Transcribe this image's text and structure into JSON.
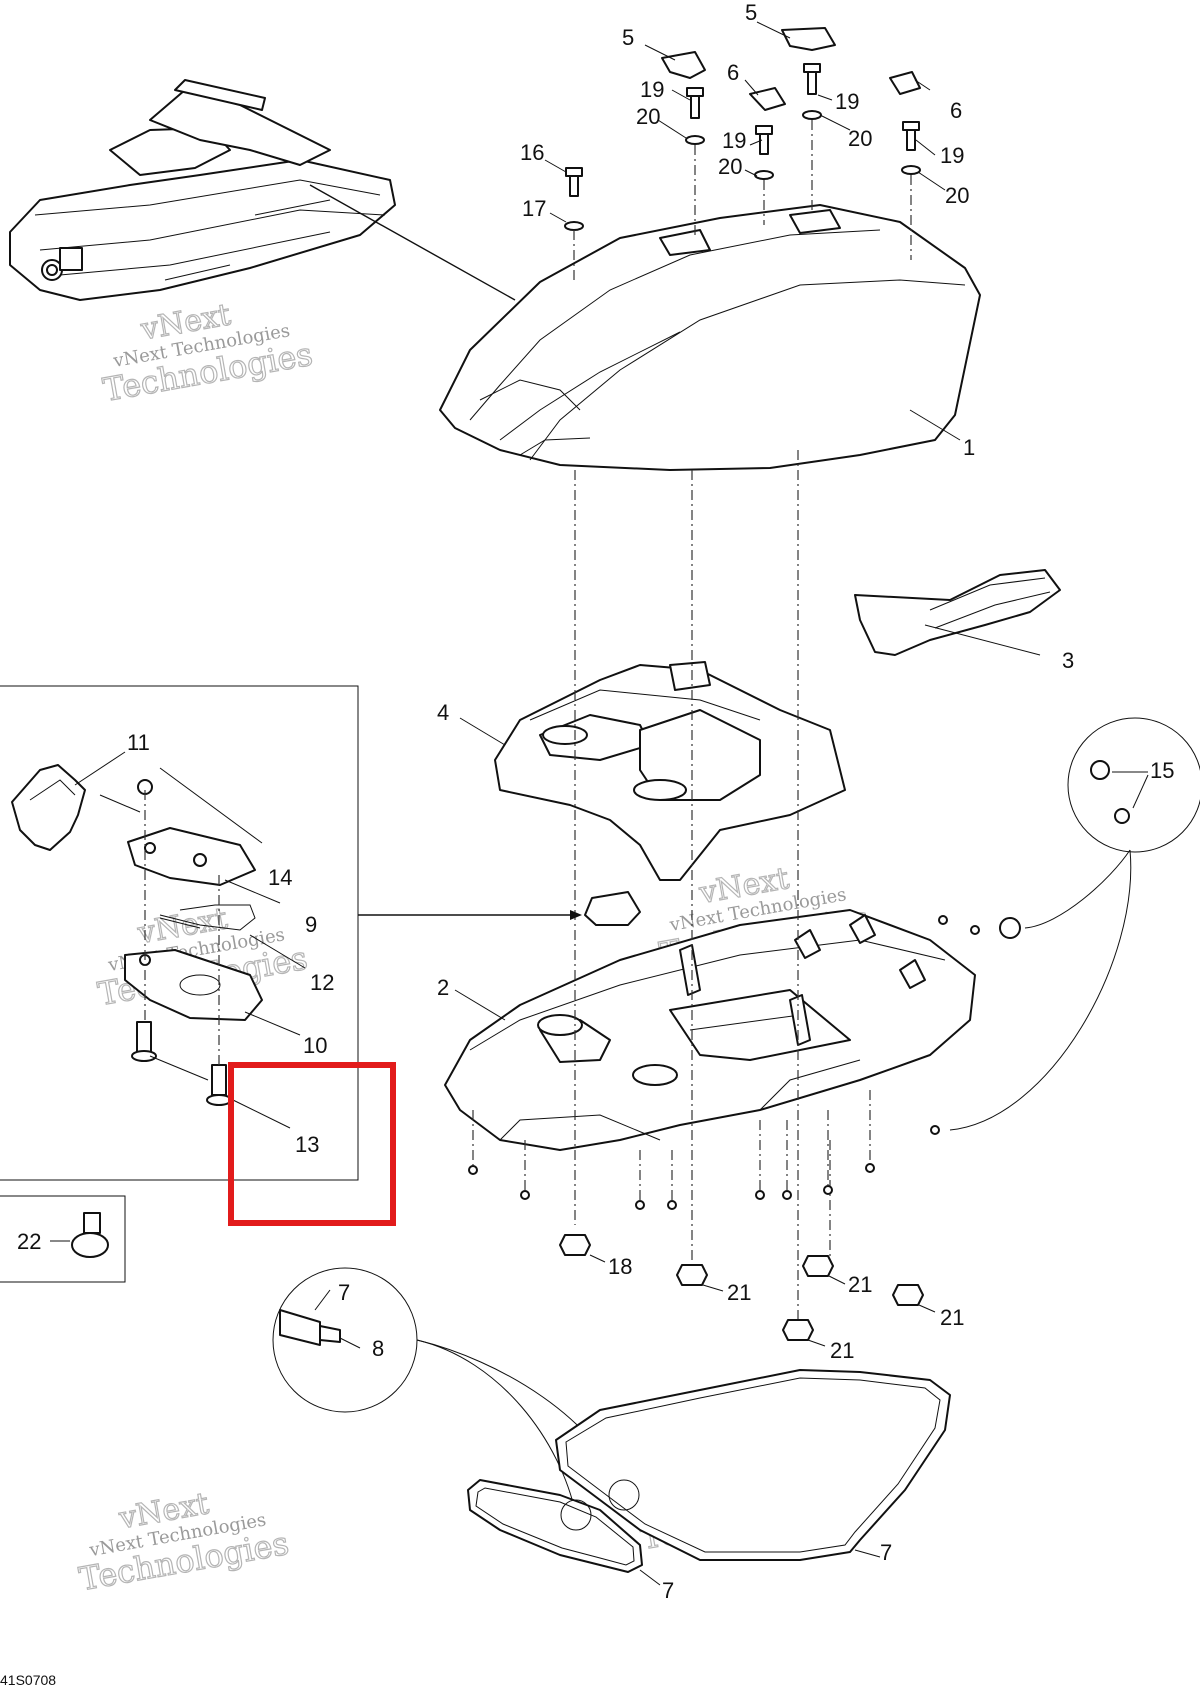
{
  "diagram": {
    "code": "41S0708",
    "watermark": {
      "line1": "vNext",
      "line2": "vNext Technologies",
      "line3": "Technologies"
    },
    "highlight": {
      "color": "#e21b1b",
      "target_part": "13"
    },
    "callouts": [
      {
        "id": "c1",
        "label": "1"
      },
      {
        "id": "c2",
        "label": "2"
      },
      {
        "id": "c3",
        "label": "3"
      },
      {
        "id": "c4",
        "label": "4"
      },
      {
        "id": "c5a",
        "label": "5"
      },
      {
        "id": "c5b",
        "label": "5"
      },
      {
        "id": "c6a",
        "label": "6"
      },
      {
        "id": "c6b",
        "label": "6"
      },
      {
        "id": "c7a",
        "label": "7"
      },
      {
        "id": "c7b",
        "label": "7"
      },
      {
        "id": "c7c",
        "label": "7"
      },
      {
        "id": "c8",
        "label": "8"
      },
      {
        "id": "c9",
        "label": "9"
      },
      {
        "id": "c10",
        "label": "10"
      },
      {
        "id": "c11",
        "label": "11"
      },
      {
        "id": "c12",
        "label": "12"
      },
      {
        "id": "c13",
        "label": "13"
      },
      {
        "id": "c14",
        "label": "14"
      },
      {
        "id": "c15",
        "label": "15"
      },
      {
        "id": "c16",
        "label": "16"
      },
      {
        "id": "c17",
        "label": "17"
      },
      {
        "id": "c18",
        "label": "18"
      },
      {
        "id": "c19a",
        "label": "19"
      },
      {
        "id": "c19b",
        "label": "19"
      },
      {
        "id": "c19c",
        "label": "19"
      },
      {
        "id": "c19d",
        "label": "19"
      },
      {
        "id": "c20a",
        "label": "20"
      },
      {
        "id": "c20b",
        "label": "20"
      },
      {
        "id": "c20c",
        "label": "20"
      },
      {
        "id": "c20d",
        "label": "20"
      },
      {
        "id": "c21a",
        "label": "21"
      },
      {
        "id": "c21b",
        "label": "21"
      },
      {
        "id": "c21c",
        "label": "21"
      },
      {
        "id": "c21d",
        "label": "21"
      },
      {
        "id": "c22",
        "label": "22"
      }
    ]
  }
}
